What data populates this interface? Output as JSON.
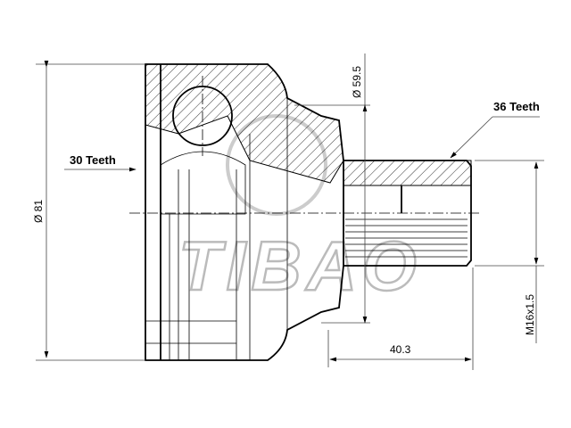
{
  "drawing": {
    "dimensions": {
      "outer_diameter": "Ø 81",
      "inner_diameter": "Ø 59.5",
      "shaft_length": "40.3",
      "thread": "M16x1.5"
    },
    "callouts": {
      "inner_teeth": "30 Teeth",
      "outer_teeth": "36 Teeth"
    },
    "watermark": "TIBAO"
  }
}
